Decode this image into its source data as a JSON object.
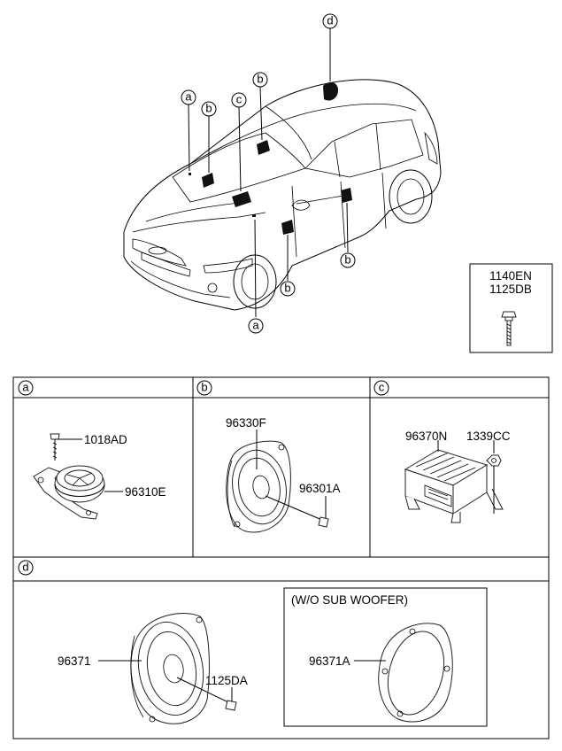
{
  "fastener_box": {
    "code_1": "1140EN",
    "code_2": "1125DB"
  },
  "callouts": {
    "a": "a",
    "b": "b",
    "c": "c",
    "d": "d"
  },
  "sections": {
    "a": {
      "letter": "a",
      "parts": {
        "screw": "1018AD",
        "tweeter": "96310E"
      }
    },
    "b": {
      "letter": "b",
      "parts": {
        "speaker": "96330F",
        "screw": "96301A"
      }
    },
    "c": {
      "letter": "c",
      "parts": {
        "amplifier": "96370N",
        "nut": "1339CC"
      }
    },
    "d": {
      "letter": "d",
      "parts": {
        "woofer": "96371",
        "screw": "1125DA",
        "variant_label": "(W/O SUB WOOFER)",
        "variant_part": "96371A"
      }
    }
  }
}
